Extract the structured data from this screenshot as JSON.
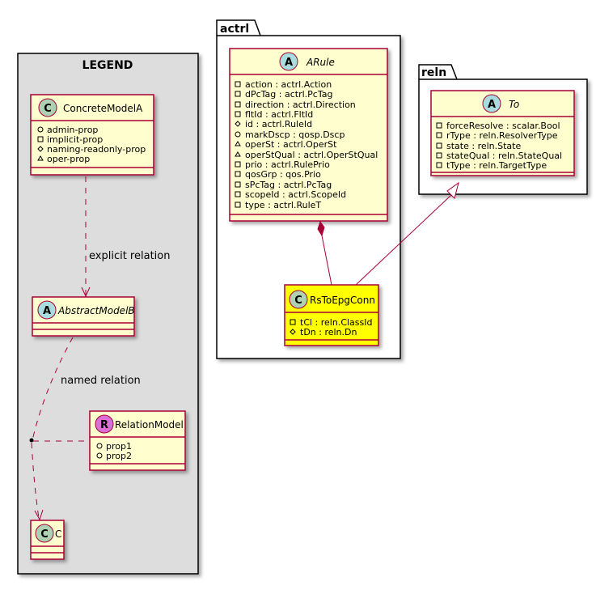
{
  "legend": {
    "title": "LEGEND",
    "concrete": {
      "name": "ConcreteModelA",
      "attrs": [
        "admin-prop",
        "implicit-prop",
        "naming-readonly-prop",
        "oper-prop"
      ]
    },
    "abstract": {
      "name": "AbstractModelB"
    },
    "relation_model": {
      "name": "RelationModel",
      "attrs": [
        "prop1",
        "prop2"
      ]
    },
    "c": {
      "name": "C"
    },
    "explicit_label": "explicit relation",
    "named_label": "named relation"
  },
  "actrl": {
    "title": "actrl",
    "arule": {
      "name": "ARule",
      "attrs": [
        "action : actrl.Action",
        "dPcTag : actrl.PcTag",
        "direction : actrl.Direction",
        "fltId : actrl.FltId",
        "id : actrl.RuleId",
        "markDscp : qosp.Dscp",
        "operSt : actrl.OperSt",
        "operStQual : actrl.OperStQual",
        "prio : actrl.RulePrio",
        "qosGrp : qos.Prio",
        "sPcTag : actrl.PcTag",
        "scopeId : actrl.ScopeId",
        "type : actrl.RuleT"
      ]
    },
    "rs": {
      "name": "RsToEpgConn",
      "attrs": [
        "tCl : reln.ClassId",
        "tDn : reln.Dn"
      ]
    }
  },
  "reln": {
    "title": "reln",
    "to": {
      "name": "To",
      "attrs": [
        "forceResolve : scalar.Bool",
        "rType : reln.ResolverType",
        "state : reln.State",
        "stateQual : reln.StateQual",
        "tType : reln.TargetType"
      ]
    }
  },
  "colors": {
    "class_fill": "#FEFECE",
    "highlight_fill": "#FFFF00",
    "border": "#A80036",
    "legend_bg": "#DDDDDD",
    "circle_c": "#ADD1B2",
    "circle_a": "#A9DCDF",
    "circle_r": "#DA70D6"
  }
}
